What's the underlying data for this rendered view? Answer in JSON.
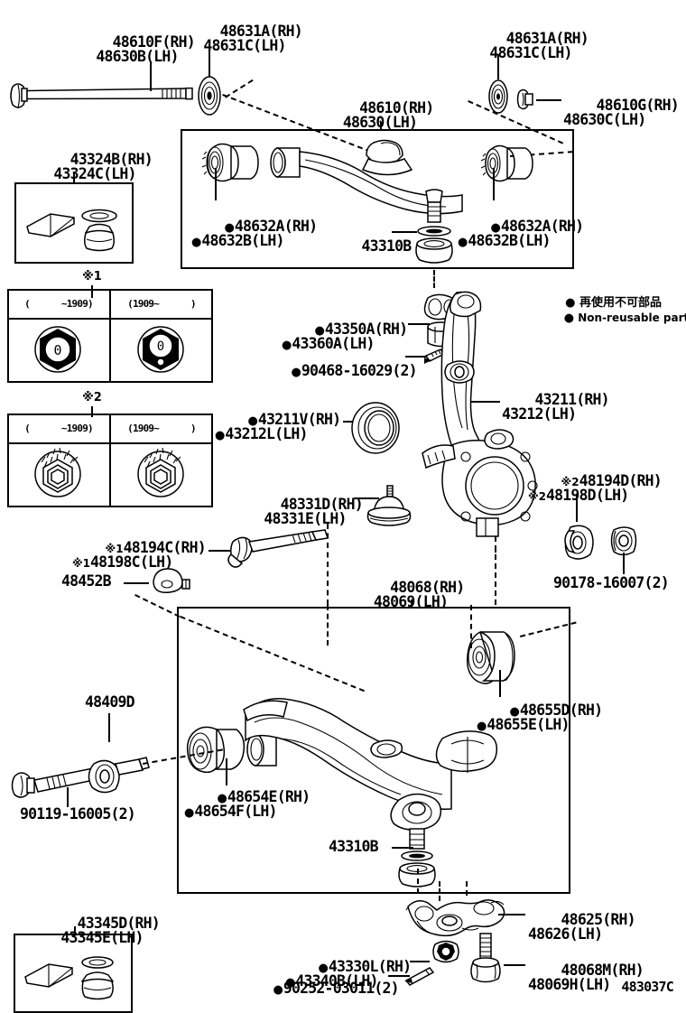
{
  "diagram": {
    "figure_code": "483037C",
    "legend": {
      "jp": "再使用不可部品",
      "en": "Non-reusable part",
      "bullet": "●"
    },
    "note_markers": {
      "one": "※1",
      "two": "※2",
      "plain": "※"
    }
  },
  "labels": {
    "upper_arm_bolt": {
      "rh": "48610F(RH)",
      "lh": "48630B(LH)"
    },
    "upper_arm_washer": {
      "rh": "48631A(RH)",
      "lh": "48631C(LH)"
    },
    "upper_arm_washer2": {
      "rh": "48631A(RH)",
      "lh": "48631C(LH)"
    },
    "upper_arm_nut": {
      "rh": "48610G(RH)",
      "lh": "48630C(LH)"
    },
    "upper_arm": {
      "rh": "48610(RH)",
      "lh": "48630(LH)"
    },
    "boot_kit_upper": {
      "rh": "43324B(RH)",
      "lh": "43324C(LH)"
    },
    "upper_bush_left": {
      "rh": "48632A(RH)",
      "lh": "48632B(LH)"
    },
    "upper_bush_right": {
      "rh": "48632A(RH)",
      "lh": "48632B(LH)"
    },
    "upper_snap_ring": {
      "code": "43310B"
    },
    "dust_seal": {
      "rh": "43350A(RH)",
      "lh": "43360A(LH)"
    },
    "seal_bolt": {
      "code": "90468-16029(2)"
    },
    "oil_seal": {
      "rh": "43211V(RH)",
      "lh": "43212L(LH)"
    },
    "knuckle": {
      "rh": "43211(RH)",
      "lh": "43212(LH)"
    },
    "cam_bolt_upper": {
      "rh": "48194C(RH)",
      "lh": "48198C(LH)"
    },
    "cam_bolt_lower": {
      "rh": "48194D(RH)",
      "lh": "48198D(LH)"
    },
    "bump_stop": {
      "rh": "48331D(RH)",
      "lh": "48331E(LH)"
    },
    "cam_nut": {
      "code": "90178-16007(2)"
    },
    "lower_arm": {
      "rh": "48068(RH)",
      "lh": "48069(LH)"
    },
    "lower_plate": {
      "code": "48452B"
    },
    "lower_bolt_washer": {
      "code": "48409D"
    },
    "lower_bolt": {
      "code": "90119-16005(2)"
    },
    "lower_bush_front": {
      "rh": "48654E(RH)",
      "lh": "48654F(LH)"
    },
    "lower_bush_rear": {
      "rh": "48655D(RH)",
      "lh": "48655E(LH)"
    },
    "lower_snap_ring": {
      "code": "43310B"
    },
    "boot_kit_lower": {
      "rh": "43345D(RH)",
      "lh": "43345E(LH)"
    },
    "steering_arm": {
      "rh": "48625(RH)",
      "lh": "48626(LH)"
    },
    "arm_bolt": {
      "rh": "48068M(RH)",
      "lh": "48069H(LH)"
    },
    "castle_nut": {
      "rh": "43330L(RH)",
      "lh": "43340B(LH)"
    },
    "cotter_pin": {
      "code": "90252-03011(2)"
    }
  },
  "note_tables": {
    "note1": {
      "marker": "※1",
      "columns": [
        "(      ~1909)",
        "(1909~      )"
      ]
    },
    "note2": {
      "marker": "※2",
      "columns": [
        "(      ~1909)",
        "(1909~      )"
      ]
    }
  }
}
